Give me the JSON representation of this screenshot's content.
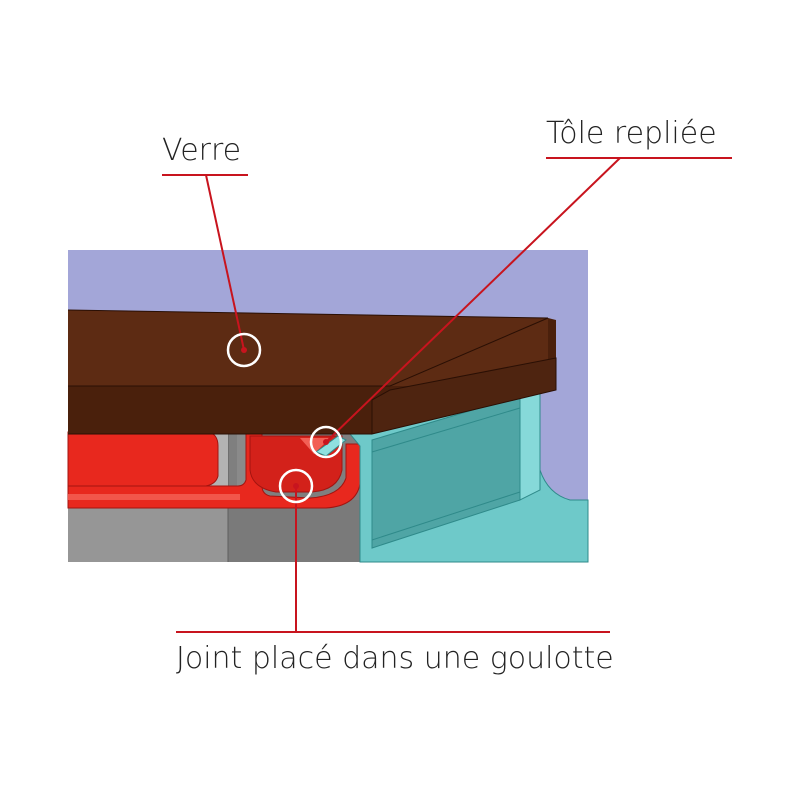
{
  "labels": {
    "glass": "Verre",
    "folded_sheet": "Tôle repliée",
    "gasket": "Joint placé dans une goulotte"
  },
  "colors": {
    "background_blue": "#a3a6d8",
    "glass_brown": "#5a2a12",
    "gasket_red": "#e8281e",
    "profile_teal": "#72cdcd",
    "frame_grey": "#9a9a9a",
    "leader_red": "#c8141e",
    "marker_white": "#ffffff"
  }
}
